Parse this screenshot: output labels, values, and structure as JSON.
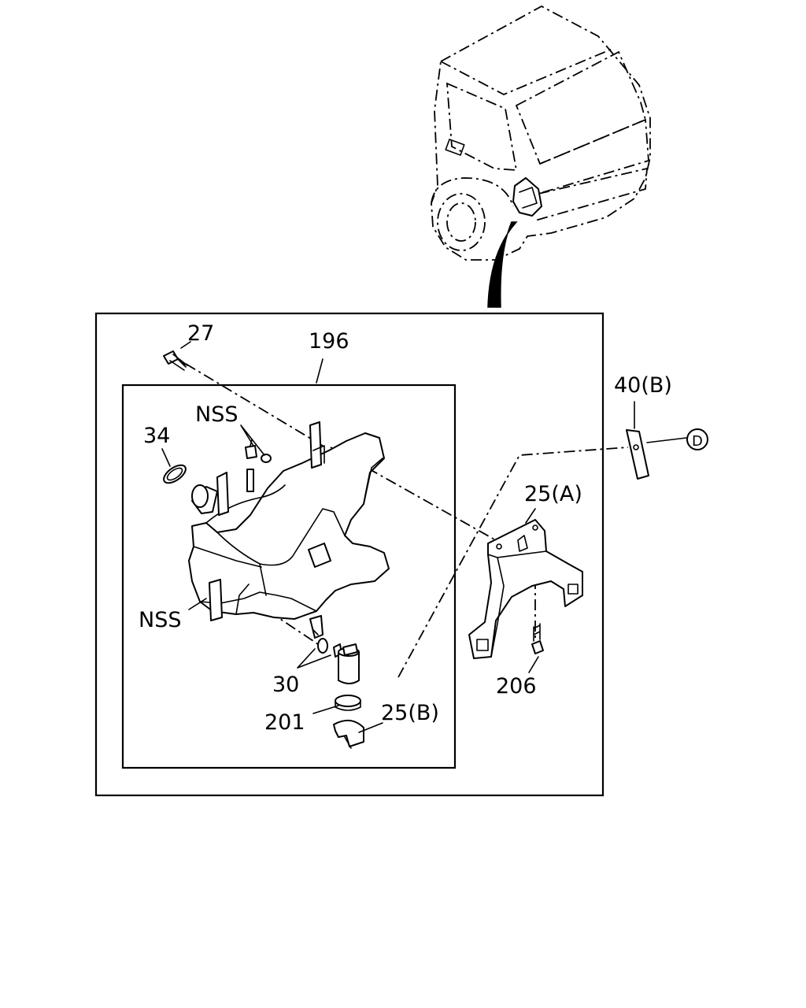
{
  "callouts": {
    "c27": "27",
    "c196": "196",
    "c40b": "40(B)",
    "cnss_top": "NSS",
    "c34": "34",
    "c25a": "25(A)",
    "cnss_left": "NSS",
    "c30": "30",
    "c206": "206",
    "c201": "201",
    "c25b": "25(B)",
    "cD": "D"
  }
}
